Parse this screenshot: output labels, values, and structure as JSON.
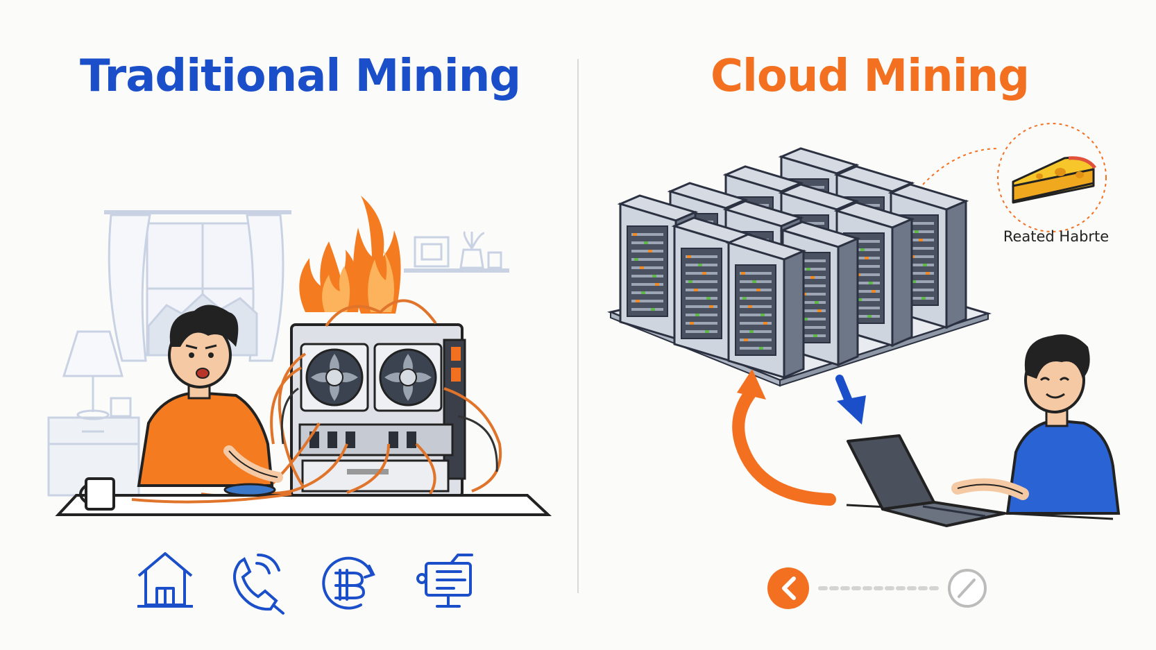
{
  "left_panel": {
    "title": "Traditional Mining",
    "accent_color": "#1a4fc9",
    "bottom_icons": [
      "home-icon",
      "phone-icon",
      "bitcoin-exchange-icon",
      "server-monitor-icon"
    ]
  },
  "right_panel": {
    "title": "Cloud Mining",
    "accent_color": "#f37021",
    "callout_caption": "Reated Habrte",
    "callout_icon": "cheese-icon"
  },
  "pager": {
    "prev_icon": "chevron-left-icon",
    "next_icon": "edit-icon"
  }
}
